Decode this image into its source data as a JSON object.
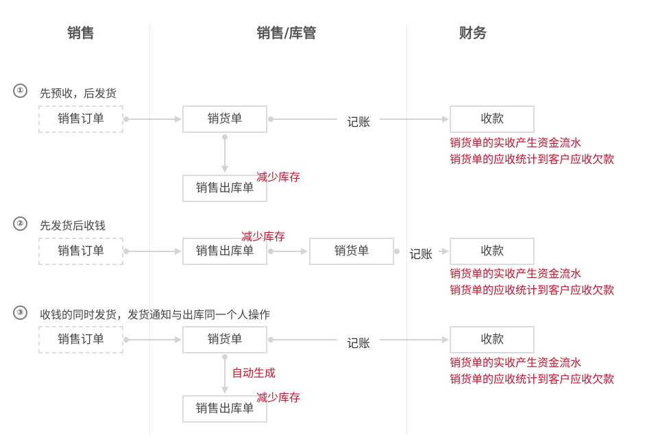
{
  "columns": {
    "sales": "销售",
    "sales_warehouse": "销售/库管",
    "finance": "财务"
  },
  "flows": [
    {
      "number": "①",
      "title": "先预收，后发货",
      "boxes": [
        "销售订单",
        "销货单",
        "收款",
        "销售出库单"
      ],
      "labels": [
        "记账",
        "减少库存"
      ],
      "finance_notes": [
        "销货单的实收产生资金流水",
        "销货单的应收统计到客户应收欠款"
      ]
    },
    {
      "number": "②",
      "title": "先发货后收钱",
      "boxes": [
        "销售订单",
        "销售出库单",
        "销货单",
        "收款"
      ],
      "labels": [
        "减少库存",
        "记账"
      ],
      "finance_notes": [
        "销货单的实收产生资金流水",
        "销货单的应收统计到客户应收欠款"
      ]
    },
    {
      "number": "③",
      "title": "收钱的同时发货，发货通知与出库同一个人操作",
      "boxes": [
        "销售订单",
        "销货单",
        "收款",
        "销售出库单"
      ],
      "labels": [
        "记账",
        "自动生成",
        "减少库存"
      ],
      "finance_notes": [
        "销货单的实收产生资金流水",
        "销货单的应收统计到客户应收欠款"
      ]
    }
  ],
  "colors": {
    "connector": "#d4d4d4",
    "box_border": "#dcdcdc",
    "note_red": "#c8102e"
  }
}
